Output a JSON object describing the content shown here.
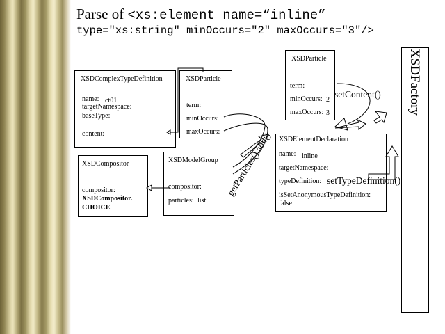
{
  "title": {
    "prefix": "Parse of ",
    "code": "<xs:element name=“inline”",
    "line2": "type=\"xs:string\" minOccurs=\"2\" maxOccurs=\"3\"/>"
  },
  "complex_type": {
    "header": "XSDComplexTypeDefinition",
    "name_label": "name:",
    "name_value": "ct01",
    "target_ns_label": "targetNamespace:",
    "base_type_label": "baseType:",
    "content_label": "content:"
  },
  "particle_left": {
    "header": "XSDParticle",
    "term_label": "term:",
    "min_label": "minOccurs:",
    "max_label": "maxOccurs:"
  },
  "particle_top": {
    "header": "XSDParticle",
    "term_label": "term:",
    "min_label": "minOccurs:",
    "min_value": "2",
    "max_label": "maxOccurs:",
    "max_value": "3"
  },
  "compositor": {
    "header": "XSDCompositor",
    "compositor_label": "compositor:",
    "value_line1": "XSDCompositor.",
    "value_line2": "CHOICE"
  },
  "model_group": {
    "header": "XSDModelGroup",
    "compositor_label": "compositor:",
    "particles_label": "particles:",
    "particles_value": "list"
  },
  "element_decl": {
    "header": "XSDElementDeclaration",
    "name_label": "name:",
    "name_value": "inline",
    "target_ns_label": "targetNamespace:",
    "type_def_label": "typeDefinition:",
    "is_anon_label": "isSetAnonymousTypeDefinition:",
    "is_anon_value": "false"
  },
  "factory": {
    "label": "XSDFactory"
  },
  "methods": {
    "set_content": "setContent()",
    "set_type_definition": "setTypeDefinition()",
    "get_particles_add": "getParticles().add()"
  }
}
